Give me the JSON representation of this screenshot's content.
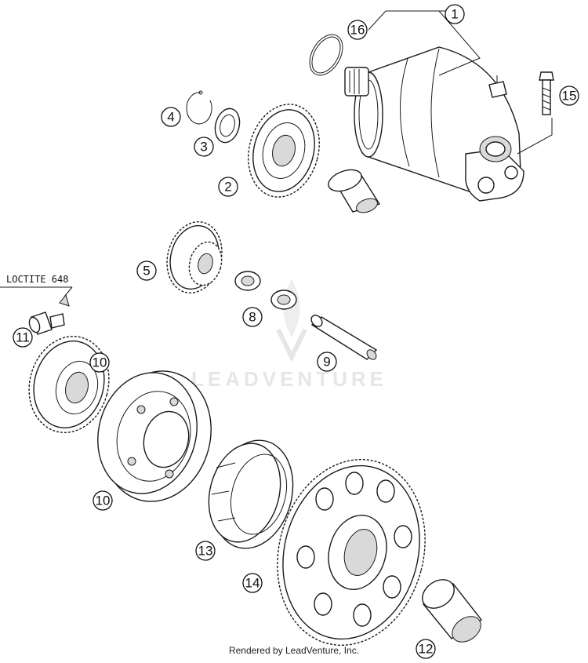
{
  "callouts": [
    {
      "id": "1",
      "label": "1"
    },
    {
      "id": "2",
      "label": "2"
    },
    {
      "id": "3",
      "label": "3"
    },
    {
      "id": "4",
      "label": "4"
    },
    {
      "id": "5",
      "label": "5"
    },
    {
      "id": "8",
      "label": "8"
    },
    {
      "id": "9",
      "label": "9"
    },
    {
      "id": "10a",
      "label": "10"
    },
    {
      "id": "10b",
      "label": "10"
    },
    {
      "id": "11",
      "label": "11"
    },
    {
      "id": "12",
      "label": "12"
    },
    {
      "id": "13",
      "label": "13"
    },
    {
      "id": "14",
      "label": "14"
    },
    {
      "id": "15",
      "label": "15"
    },
    {
      "id": "16",
      "label": "16"
    }
  ],
  "note": {
    "text": "LOCTITE 648"
  },
  "watermark": {
    "text": "LEADVENTURE"
  },
  "credit": {
    "text": "Rendered by LeadVenture, Inc."
  },
  "colors": {
    "line": "#1a1a1a",
    "watermark": "#e6e6e6",
    "background": "#ffffff"
  }
}
